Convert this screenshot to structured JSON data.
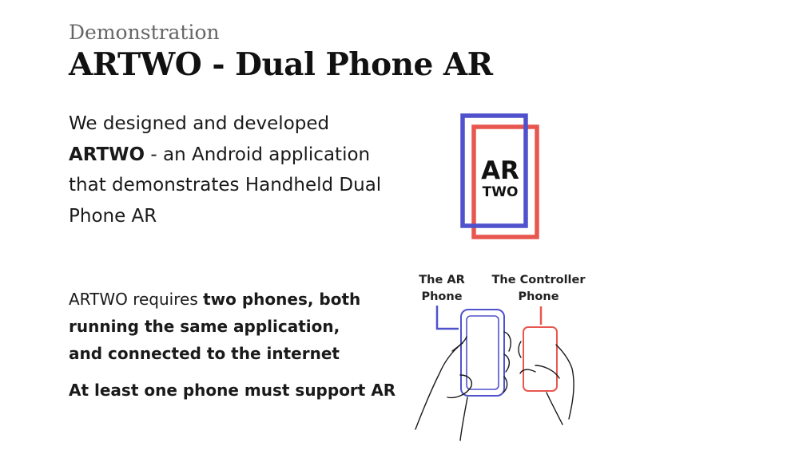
{
  "header": {
    "subtitle": "Demonstration",
    "title": "ARTWO - Dual Phone AR"
  },
  "intro": {
    "part1": "We designed and developed ",
    "bold": "ARTWO",
    "part2": " - an Android application that demonstrates Handheld Dual Phone AR"
  },
  "requirements": {
    "part1": "ARTWO requires ",
    "bold": "two phones, both running the same application, and connected to the internet"
  },
  "note": "At least one phone must support AR",
  "logo": {
    "line1": "AR",
    "line2": "TWO",
    "colors": {
      "blue": "#4f52cc",
      "red": "#e8574f"
    }
  },
  "illustration": {
    "ar_phone_label": "The AR Phone",
    "controller_phone_label": "The Controller Phone"
  }
}
